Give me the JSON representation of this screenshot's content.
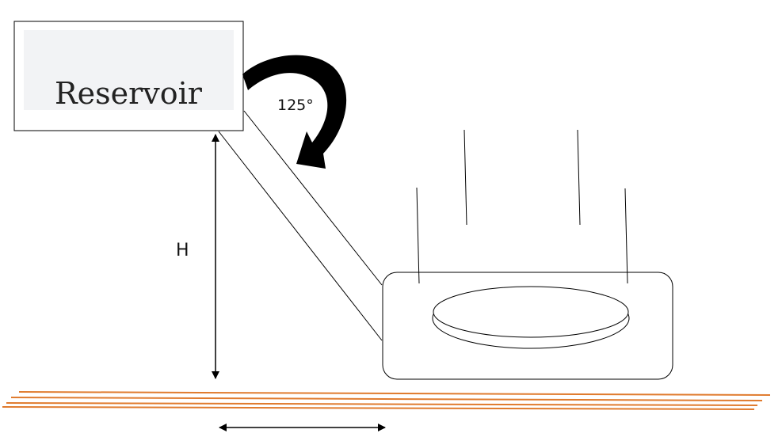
{
  "reservoir": {
    "label": "Reservoir"
  },
  "angle": {
    "label": "125°"
  },
  "height": {
    "label": "H"
  },
  "colors": {
    "ground": "#e07b2e",
    "stroke": "#000000",
    "reservoir_fill": "#f2f3f5"
  }
}
